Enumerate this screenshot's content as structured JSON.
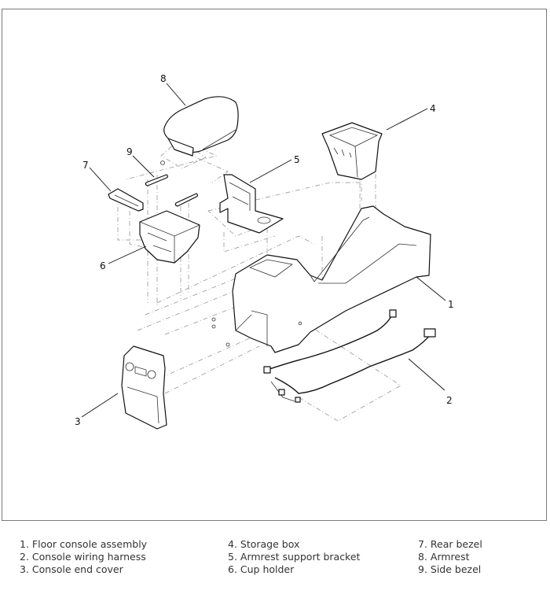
{
  "diagram": {
    "type": "exploded-parts-view",
    "callouts": [
      {
        "id": "1",
        "label": "1"
      },
      {
        "id": "2",
        "label": "2"
      },
      {
        "id": "3",
        "label": "3"
      },
      {
        "id": "4",
        "label": "4"
      },
      {
        "id": "5",
        "label": "5"
      },
      {
        "id": "6",
        "label": "6"
      },
      {
        "id": "7",
        "label": "7"
      },
      {
        "id": "8",
        "label": "8"
      },
      {
        "id": "9",
        "label": "9"
      }
    ]
  },
  "legend": {
    "columns": [
      [
        {
          "number": "1",
          "text": "1. Floor console assembly"
        },
        {
          "number": "2",
          "text": "2. Console wiring harness"
        },
        {
          "number": "3",
          "text": "3. Console end cover"
        }
      ],
      [
        {
          "number": "4",
          "text": "4. Storage box"
        },
        {
          "number": "5",
          "text": "5. Armrest support bracket"
        },
        {
          "number": "6",
          "text": "6. Cup holder"
        }
      ],
      [
        {
          "number": "7",
          "text": "7. Rear bezel"
        },
        {
          "number": "8",
          "text": "8. Armrest"
        },
        {
          "number": "9",
          "text": "9. Side bezel"
        }
      ]
    ]
  }
}
